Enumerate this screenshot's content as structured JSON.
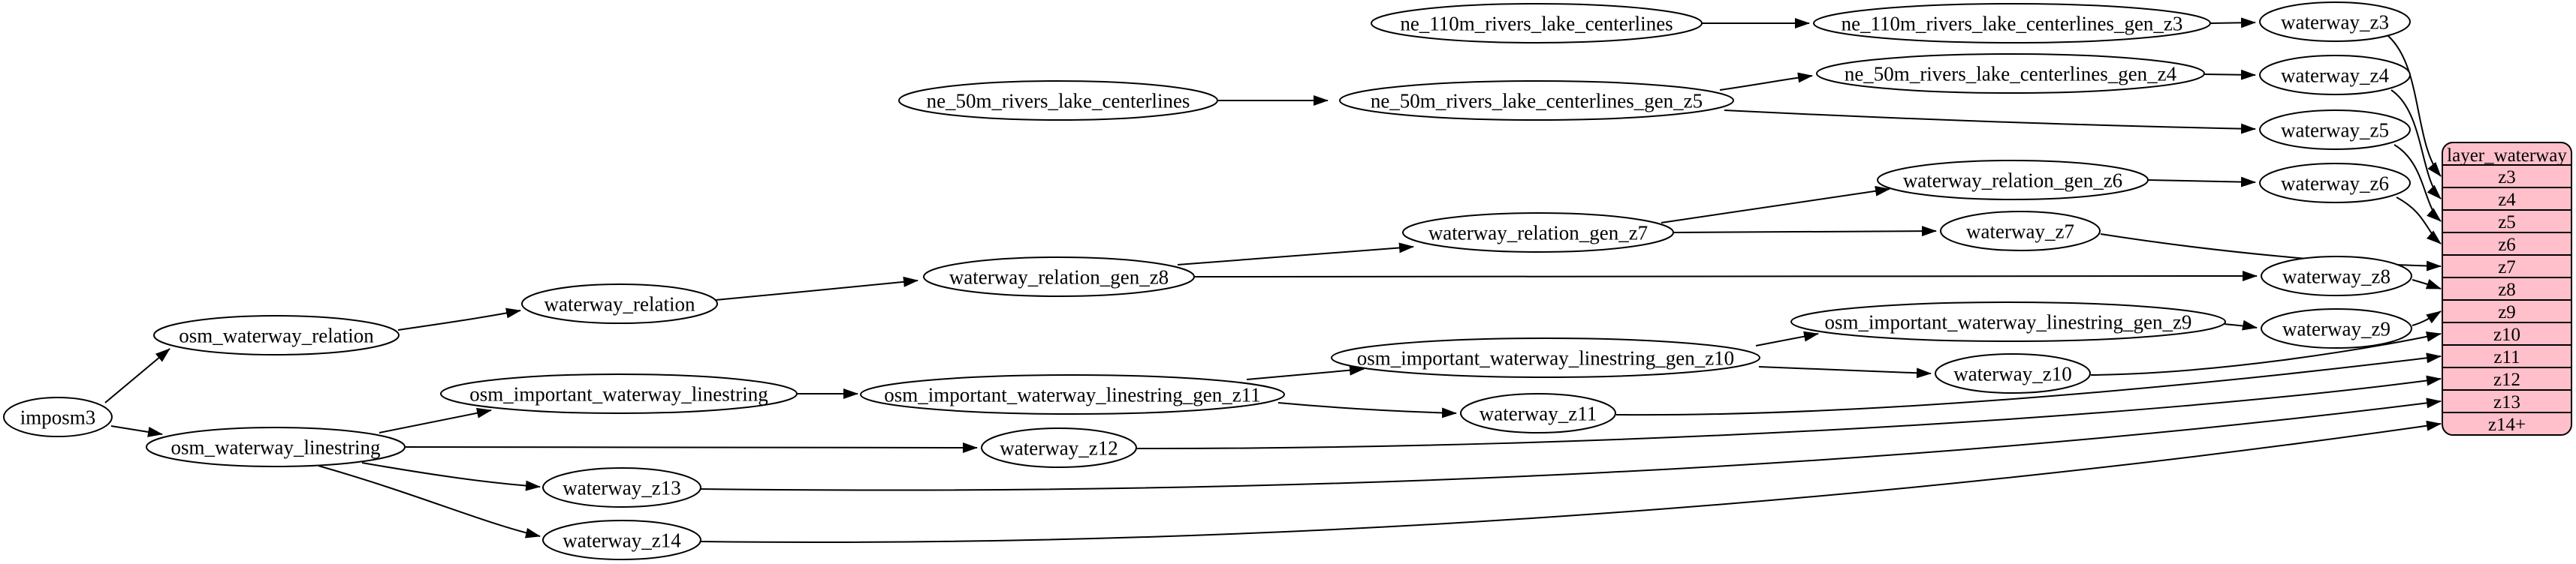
{
  "diagram": {
    "type": "dependency-graph",
    "colors": {
      "background": "#ffffff",
      "node_fill": "#ffffff",
      "node_stroke": "#000000",
      "edge": "#000000",
      "table_fill": "#ffc0cb",
      "text": "#000000"
    },
    "nodes": {
      "imposm3": {
        "label": "imposm3"
      },
      "osm_waterway_relation": {
        "label": "osm_waterway_relation"
      },
      "osm_waterway_linestring": {
        "label": "osm_waterway_linestring"
      },
      "waterway_relation": {
        "label": "waterway_relation"
      },
      "osm_important_waterway_linestring": {
        "label": "osm_important_waterway_linestring"
      },
      "waterway_z13": {
        "label": "waterway_z13"
      },
      "waterway_z14": {
        "label": "waterway_z14"
      },
      "ne_50m_rivers_lake_centerlines": {
        "label": "ne_50m_rivers_lake_centerlines"
      },
      "waterway_relation_gen_z8": {
        "label": "waterway_relation_gen_z8"
      },
      "osm_important_waterway_linestring_gen_z11": {
        "label": "osm_important_waterway_linestring_gen_z11"
      },
      "waterway_z12": {
        "label": "waterway_z12"
      },
      "ne_110m_rivers_lake_centerlines": {
        "label": "ne_110m_rivers_lake_centerlines"
      },
      "ne_50m_rivers_lake_centerlines_gen_z5": {
        "label": "ne_50m_rivers_lake_centerlines_gen_z5"
      },
      "waterway_relation_gen_z7": {
        "label": "waterway_relation_gen_z7"
      },
      "osm_important_waterway_linestring_gen_z10": {
        "label": "osm_important_waterway_linestring_gen_z10"
      },
      "waterway_z11": {
        "label": "waterway_z11"
      },
      "ne_110m_rivers_lake_centerlines_gen_z3": {
        "label": "ne_110m_rivers_lake_centerlines_gen_z3"
      },
      "ne_50m_rivers_lake_centerlines_gen_z4": {
        "label": "ne_50m_rivers_lake_centerlines_gen_z4"
      },
      "waterway_relation_gen_z6": {
        "label": "waterway_relation_gen_z6"
      },
      "waterway_z7": {
        "label": "waterway_z7"
      },
      "osm_important_waterway_linestring_gen_z9": {
        "label": "osm_important_waterway_linestring_gen_z9"
      },
      "waterway_z10": {
        "label": "waterway_z10"
      },
      "waterway_z3": {
        "label": "waterway_z3"
      },
      "waterway_z4": {
        "label": "waterway_z4"
      },
      "waterway_z5": {
        "label": "waterway_z5"
      },
      "waterway_z6": {
        "label": "waterway_z6"
      },
      "waterway_z8": {
        "label": "waterway_z8"
      },
      "waterway_z9": {
        "label": "waterway_z9"
      }
    },
    "table": {
      "title": "layer_waterway",
      "rows": [
        "z3",
        "z4",
        "z5",
        "z6",
        "z7",
        "z8",
        "z9",
        "z10",
        "z11",
        "z12",
        "z13",
        "z14+"
      ]
    },
    "edges": [
      {
        "from": "imposm3",
        "to": "osm_waterway_relation"
      },
      {
        "from": "imposm3",
        "to": "osm_waterway_linestring"
      },
      {
        "from": "osm_waterway_relation",
        "to": "waterway_relation"
      },
      {
        "from": "waterway_relation",
        "to": "waterway_relation_gen_z8"
      },
      {
        "from": "waterway_relation_gen_z8",
        "to": "waterway_relation_gen_z7"
      },
      {
        "from": "waterway_relation_gen_z8",
        "to": "waterway_z8"
      },
      {
        "from": "waterway_relation_gen_z7",
        "to": "waterway_relation_gen_z6"
      },
      {
        "from": "waterway_relation_gen_z7",
        "to": "waterway_z7"
      },
      {
        "from": "waterway_relation_gen_z6",
        "to": "waterway_z6"
      },
      {
        "from": "ne_110m_rivers_lake_centerlines",
        "to": "ne_110m_rivers_lake_centerlines_gen_z3"
      },
      {
        "from": "ne_110m_rivers_lake_centerlines_gen_z3",
        "to": "waterway_z3"
      },
      {
        "from": "ne_50m_rivers_lake_centerlines",
        "to": "ne_50m_rivers_lake_centerlines_gen_z5"
      },
      {
        "from": "ne_50m_rivers_lake_centerlines_gen_z5",
        "to": "ne_50m_rivers_lake_centerlines_gen_z4"
      },
      {
        "from": "ne_50m_rivers_lake_centerlines_gen_z5",
        "to": "waterway_z5"
      },
      {
        "from": "ne_50m_rivers_lake_centerlines_gen_z4",
        "to": "waterway_z4"
      },
      {
        "from": "osm_waterway_linestring",
        "to": "osm_important_waterway_linestring"
      },
      {
        "from": "osm_waterway_linestring",
        "to": "waterway_z12"
      },
      {
        "from": "osm_waterway_linestring",
        "to": "waterway_z13"
      },
      {
        "from": "osm_waterway_linestring",
        "to": "waterway_z14"
      },
      {
        "from": "osm_important_waterway_linestring",
        "to": "osm_important_waterway_linestring_gen_z11"
      },
      {
        "from": "osm_important_waterway_linestring_gen_z11",
        "to": "osm_important_waterway_linestring_gen_z10"
      },
      {
        "from": "osm_important_waterway_linestring_gen_z11",
        "to": "waterway_z11"
      },
      {
        "from": "osm_important_waterway_linestring_gen_z10",
        "to": "osm_important_waterway_linestring_gen_z9"
      },
      {
        "from": "osm_important_waterway_linestring_gen_z10",
        "to": "waterway_z10"
      },
      {
        "from": "osm_important_waterway_linestring_gen_z9",
        "to": "waterway_z9"
      },
      {
        "from": "waterway_z3",
        "to": "layer_waterway.z3"
      },
      {
        "from": "waterway_z4",
        "to": "layer_waterway.z4"
      },
      {
        "from": "waterway_z5",
        "to": "layer_waterway.z5"
      },
      {
        "from": "waterway_z6",
        "to": "layer_waterway.z6"
      },
      {
        "from": "waterway_z7",
        "to": "layer_waterway.z7"
      },
      {
        "from": "waterway_z8",
        "to": "layer_waterway.z8"
      },
      {
        "from": "waterway_z9",
        "to": "layer_waterway.z9"
      },
      {
        "from": "waterway_z10",
        "to": "layer_waterway.z10"
      },
      {
        "from": "waterway_z11",
        "to": "layer_waterway.z11"
      },
      {
        "from": "waterway_z12",
        "to": "layer_waterway.z12"
      },
      {
        "from": "waterway_z13",
        "to": "layer_waterway.z13"
      },
      {
        "from": "waterway_z14",
        "to": "layer_waterway.z14+"
      }
    ]
  }
}
